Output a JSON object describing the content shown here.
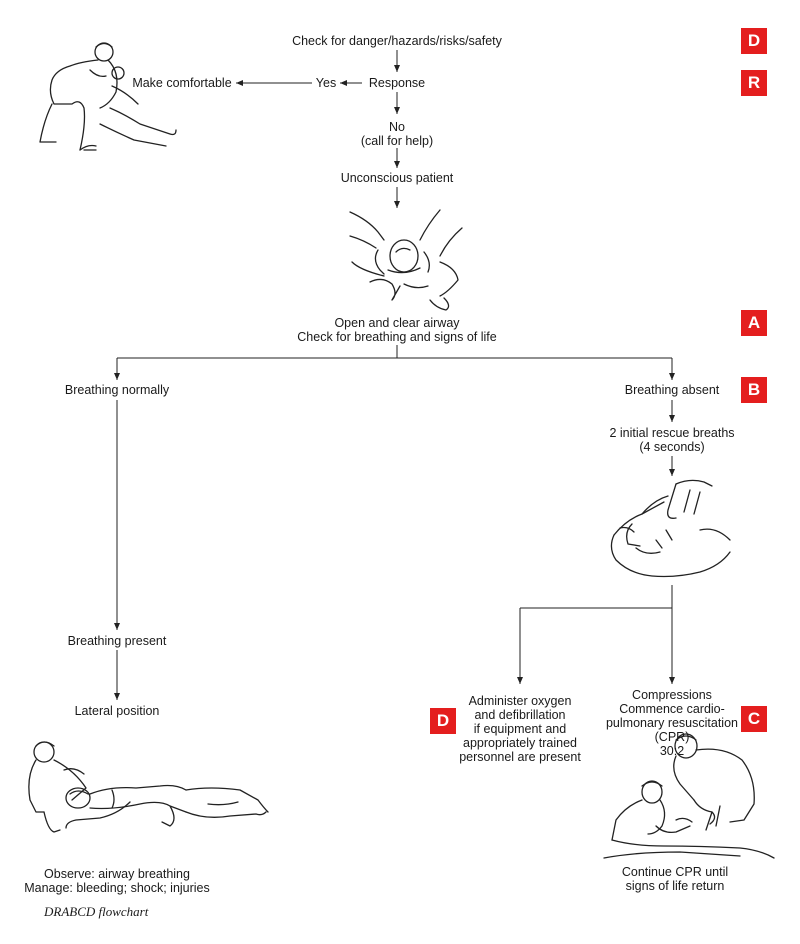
{
  "nodes": {
    "check_danger": "Check for danger/hazards/risks/safety",
    "response": "Response",
    "yes": "Yes",
    "make_comfortable": "Make comfortable",
    "no_line1": "No",
    "no_line2": "(call for help)",
    "unconscious": "Unconscious patient",
    "airway_line1": "Open and clear airway",
    "airway_line2": "Check for breathing and signs of life",
    "breathing_normally": "Breathing normally",
    "breathing_absent": "Breathing absent",
    "rescue_line1": "2 initial rescue breaths",
    "rescue_line2": "(4 seconds)",
    "breathing_present": "Breathing present",
    "lateral_position": "Lateral position",
    "observe": "Observe: airway breathing",
    "manage": "Manage: bleeding; shock; injuries",
    "defib_line1": "Administer oxygen",
    "defib_line2": "and defibrillation",
    "defib_line3": "if equipment and",
    "defib_line4": "appropriately trained",
    "defib_line5": "personnel are present",
    "cpr_line1": "Compressions",
    "cpr_line2": "Commence cardio-",
    "cpr_line3": "pulmonary resuscitation",
    "cpr_line4": "(CPR)",
    "cpr_line5": "30:2",
    "continue_line1": "Continue CPR until",
    "continue_line2": "signs of life return"
  },
  "badges": {
    "d1": "D",
    "r": "R",
    "a": "A",
    "b": "B",
    "d2": "D",
    "c": "C"
  },
  "caption": "DRABCD flowchart",
  "colors": {
    "badge": "#e41e1e",
    "line": "#222222"
  }
}
